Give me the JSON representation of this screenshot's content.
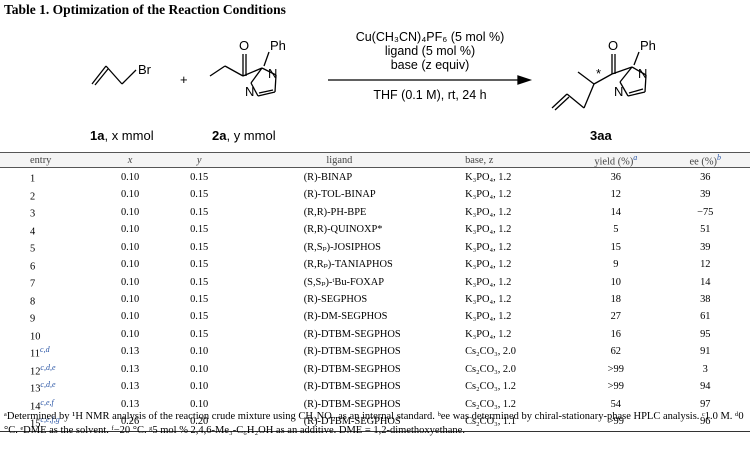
{
  "caption": "Table 1. Optimization of the Reaction Conditions",
  "scheme": {
    "br": "Br",
    "plus": "+",
    "o_left": "O",
    "ph_left": "Ph",
    "n1_left": "N",
    "n2_left": "N",
    "o_right": "O",
    "ph_right": "Ph",
    "n1_right": "N",
    "n2_right": "N",
    "star": "*",
    "cond1": "Cu(CH₃CN)₄PF₆ (5 mol %)",
    "cond2": "ligand (5 mol %)",
    "cond3": "base (z  equiv)",
    "cond4": "THF (0.1 M), rt, 24 h",
    "label1a_bold": "1a",
    "label1a_rest": ", x mmol",
    "label2a_bold": "2a",
    "label2a_rest": ", y mmol",
    "label3aa": "3aa"
  },
  "table": {
    "headers": [
      "entry",
      "x",
      "y",
      "ligand",
      "base, z",
      "yield (%)",
      "ee (%)"
    ],
    "header_yield_sup": "a",
    "header_ee_sup": "b",
    "rows": [
      {
        "entry": "1",
        "sup": "",
        "x": "0.10",
        "y": "0.15",
        "ligand": "(R)-BINAP",
        "base": "K₃PO₄, 1.2",
        "yield": "36",
        "ee": "36"
      },
      {
        "entry": "2",
        "sup": "",
        "x": "0.10",
        "y": "0.15",
        "ligand": "(R)-TOL-BINAP",
        "base": "K₃PO₄, 1.2",
        "yield": "12",
        "ee": "39"
      },
      {
        "entry": "3",
        "sup": "",
        "x": "0.10",
        "y": "0.15",
        "ligand": "(R,R)-PH-BPE",
        "base": "K₃PO₄, 1.2",
        "yield": "14",
        "ee": "−75"
      },
      {
        "entry": "4",
        "sup": "",
        "x": "0.10",
        "y": "0.15",
        "ligand": "(R,R)-QUINOXP*",
        "base": "K₃PO₄, 1.2",
        "yield": "5",
        "ee": "51"
      },
      {
        "entry": "5",
        "sup": "",
        "x": "0.10",
        "y": "0.15",
        "ligand": "(R,Sₚ)-JOSIPHOS",
        "base": "K₃PO₄, 1.2",
        "yield": "15",
        "ee": "39"
      },
      {
        "entry": "6",
        "sup": "",
        "x": "0.10",
        "y": "0.15",
        "ligand": "(R,Rₚ)-TANIAPHOS",
        "base": "K₃PO₄, 1.2",
        "yield": "9",
        "ee": "12"
      },
      {
        "entry": "7",
        "sup": "",
        "x": "0.10",
        "y": "0.15",
        "ligand": "(S,Sₚ)-ᵗBu-FOXAP",
        "base": "K₃PO₄, 1.2",
        "yield": "10",
        "ee": "14"
      },
      {
        "entry": "8",
        "sup": "",
        "x": "0.10",
        "y": "0.15",
        "ligand": "(R)-SEGPHOS",
        "base": "K₃PO₄, 1.2",
        "yield": "18",
        "ee": "38"
      },
      {
        "entry": "9",
        "sup": "",
        "x": "0.10",
        "y": "0.15",
        "ligand": "(R)-DM-SEGPHOS",
        "base": "K₃PO₄, 1.2",
        "yield": "27",
        "ee": "61"
      },
      {
        "entry": "10",
        "sup": "",
        "x": "0.10",
        "y": "0.15",
        "ligand": "(R)-DTBM-SEGPHOS",
        "base": "K₃PO₄, 1.2",
        "yield": "16",
        "ee": "95"
      },
      {
        "entry": "11",
        "sup": "c,d",
        "x": "0.13",
        "y": "0.10",
        "ligand": "(R)-DTBM-SEGPHOS",
        "base": "Cs₂CO₃, 2.0",
        "yield": "62",
        "ee": "91"
      },
      {
        "entry": "12",
        "sup": "c,d,e",
        "x": "0.13",
        "y": "0.10",
        "ligand": "(R)-DTBM-SEGPHOS",
        "base": "Cs₂CO₃, 2.0",
        "yield": ">99",
        "ee": "3"
      },
      {
        "entry": "13",
        "sup": "c,d,e",
        "x": "0.13",
        "y": "0.10",
        "ligand": "(R)-DTBM-SEGPHOS",
        "base": "Cs₂CO₃, 1.2",
        "yield": ">99",
        "ee": "94"
      },
      {
        "entry": "14",
        "sup": "c,e,f",
        "x": "0.13",
        "y": "0.10",
        "ligand": "(R)-DTBM-SEGPHOS",
        "base": "Cs₂CO₃, 1.2",
        "yield": "54",
        "ee": "97"
      },
      {
        "entry": "15",
        "sup": "c,e,f,g",
        "x": "0.26",
        "y": "0.20",
        "ligand": "(R)-DTBM-SEGPHOS",
        "base": "Cs₂CO₃, 1.1",
        "yield": ">99",
        "ee": "96"
      }
    ]
  },
  "footnote": "ᵃDetermined by ¹H NMR analysis of the reaction crude mixture using CH₃NO₂ as an internal standard. ᵇee was determined by chiral-stationary-phase HPLC analysis. ᶜ1.0 M. ᵈ0 °C. ᵉDME as the solvent. ᶠ−20 °C. ᵍ5 mol % 2,4,6-Me₃-C₆H₂OH as an additive. DME = 1,2-dimethoxyethane."
}
